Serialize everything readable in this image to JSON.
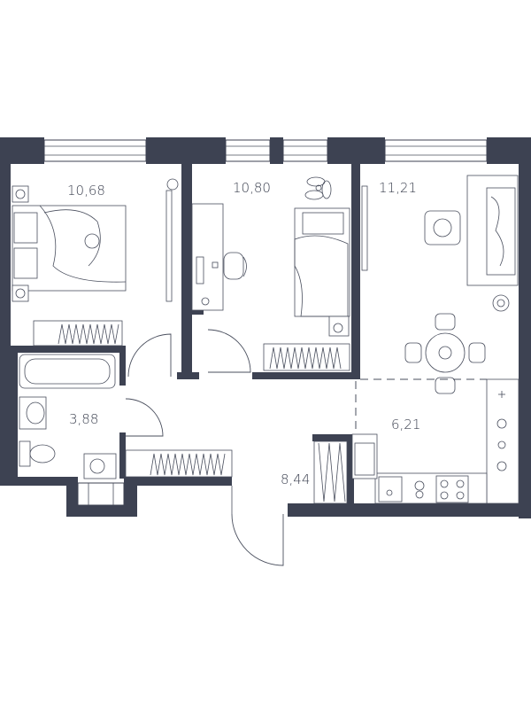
{
  "rooms": [
    {
      "id": "bedroom-1",
      "area": "10,68"
    },
    {
      "id": "bedroom-2",
      "area": "10,80"
    },
    {
      "id": "living-room",
      "area": "11,21"
    },
    {
      "id": "bathroom",
      "area": "3,88"
    },
    {
      "id": "kitchen",
      "area": "6,21"
    },
    {
      "id": "hallway",
      "area": "8,44"
    }
  ],
  "colors": {
    "wall": "#3d4252",
    "line": "#4a4f5e",
    "background": "#ffffff"
  }
}
